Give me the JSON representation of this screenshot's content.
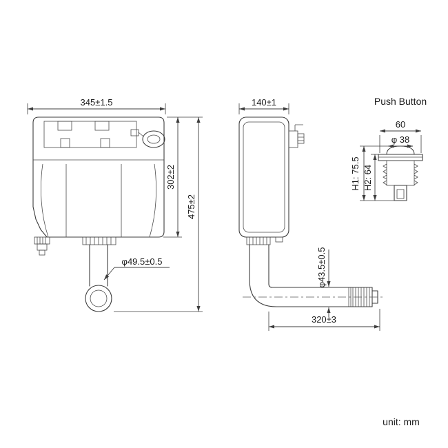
{
  "colors": {
    "line": "#3c3c3c",
    "text": "#1b1b1b",
    "background": "#ffffff"
  },
  "labels": {
    "unit": "unit: mm"
  },
  "front_view": {
    "width": "345±1.5",
    "body_height": "302±2",
    "total_height": "475±2",
    "outlet_diameter": "φ49.5±0.5"
  },
  "side_view": {
    "depth": "140±1",
    "pipe_diameter": "φ43.5±0.5",
    "pipe_length": "320±3"
  },
  "push_button": {
    "title": "Push Button",
    "width": "60",
    "cap_diameter": "φ 38",
    "h1": "H1: 75.5",
    "h2": "H2: 64"
  }
}
